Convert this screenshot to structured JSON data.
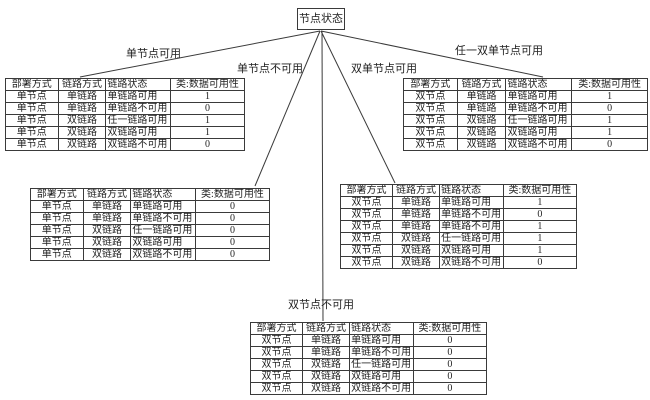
{
  "root": {
    "label": "节点状态"
  },
  "edges": [
    {
      "label": "单节点可用"
    },
    {
      "label": "单节点不可用"
    },
    {
      "label": "双单节点可用"
    },
    {
      "label": "任一双单节点可用"
    },
    {
      "label": "双节点不可用"
    }
  ],
  "table_headers": [
    "部署方式",
    "链路方式",
    "链路状态",
    "类:数据可用性"
  ],
  "tables": [
    {
      "name": "single-node-available",
      "rows": [
        [
          "单节点",
          "单链路",
          "单链路可用",
          "1"
        ],
        [
          "单节点",
          "单链路",
          "单链路不可用",
          "0"
        ],
        [
          "单节点",
          "双链路",
          "任一链路可用",
          "1"
        ],
        [
          "单节点",
          "双链路",
          "双链路可用",
          "1"
        ],
        [
          "单节点",
          "双链路",
          "双链路不可用",
          "0"
        ]
      ]
    },
    {
      "name": "any-dual-single-node-available",
      "rows": [
        [
          "双节点",
          "单链路",
          "单链路可用",
          "1"
        ],
        [
          "双节点",
          "单链路",
          "单链路不可用",
          "0"
        ],
        [
          "双节点",
          "双链路",
          "任一链路可用",
          "1"
        ],
        [
          "双节点",
          "双链路",
          "双链路可用",
          "1"
        ],
        [
          "双节点",
          "双链路",
          "双链路不可用",
          "0"
        ]
      ]
    },
    {
      "name": "single-node-unavailable",
      "rows": [
        [
          "单节点",
          "单链路",
          "单链路可用",
          "0"
        ],
        [
          "单节点",
          "单链路",
          "单链路不可用",
          "0"
        ],
        [
          "单节点",
          "双链路",
          "任一链路可用",
          "0"
        ],
        [
          "单节点",
          "双链路",
          "双链路可用",
          "0"
        ],
        [
          "单节点",
          "双链路",
          "双链路不可用",
          "0"
        ]
      ]
    },
    {
      "name": "dual-single-node-available",
      "rows": [
        [
          "双节点",
          "单链路",
          "单链路可用",
          "1"
        ],
        [
          "双节点",
          "单链路",
          "单链路不可用",
          "0"
        ],
        [
          "双节点",
          "单链路",
          "单链路不可用",
          "1"
        ],
        [
          "双节点",
          "双链路",
          "任一链路可用",
          "1"
        ],
        [
          "双节点",
          "双链路",
          "双链路可用",
          "1"
        ],
        [
          "双节点",
          "双链路",
          "双链路不可用",
          "0"
        ]
      ]
    },
    {
      "name": "dual-node-unavailable",
      "rows": [
        [
          "双节点",
          "单链路",
          "单链路可用",
          "0"
        ],
        [
          "双节点",
          "单链路",
          "单链路不可用",
          "0"
        ],
        [
          "双节点",
          "双链路",
          "任一链路可用",
          "0"
        ],
        [
          "双节点",
          "双链路",
          "双链路可用",
          "0"
        ],
        [
          "双节点",
          "双链路",
          "双链路不可用",
          "0"
        ]
      ]
    }
  ],
  "colors": {
    "line": "#3a3a3a",
    "text": "#1f1f1f",
    "background": "#ffffff"
  }
}
